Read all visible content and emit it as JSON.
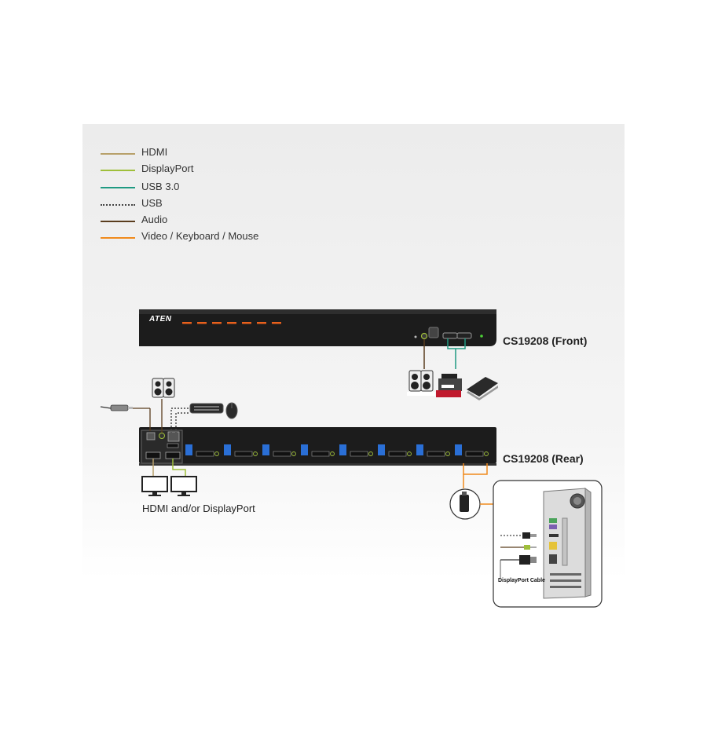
{
  "legend": [
    {
      "label": "HDMI",
      "color": "#b8a06a",
      "style": "solid"
    },
    {
      "label": "DisplayPort",
      "color": "#9fbf3a",
      "style": "solid"
    },
    {
      "label": "USB 3.0",
      "color": "#1f9a82",
      "style": "solid"
    },
    {
      "label": "USB",
      "color": "#444444",
      "style": "dotted"
    },
    {
      "label": "Audio",
      "color": "#5a3d1e",
      "style": "solid"
    },
    {
      "label": "Video / Keyboard / Mouse",
      "color": "#f08a1c",
      "style": "solid"
    }
  ],
  "front": {
    "brand": "ATEN",
    "label": "CS19208 (Front)"
  },
  "rear": {
    "label": "CS19208 (Rear)"
  },
  "monitors_caption": "HDMI and/or DisplayPort",
  "cable_caption": "DisplayPort Cable",
  "colors": {
    "panel_bg": "#efefef",
    "device": "#1a1a1a",
    "port_led": "#e8601c",
    "usb3_port": "#2a6fd6"
  }
}
